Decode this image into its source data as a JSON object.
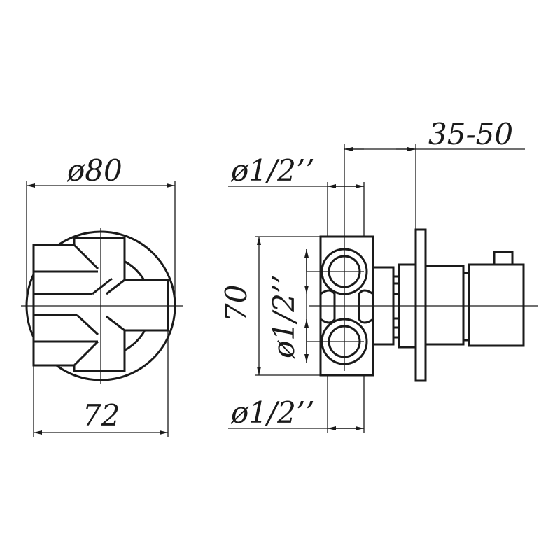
{
  "front_view": {
    "diameter_label": "ø80",
    "width_label": "72"
  },
  "side_view": {
    "top_port_label": "ø1/2’’",
    "bottom_port_label": "ø1/2’’",
    "vertical_port_label": "ø1/2’’",
    "height_label": "70",
    "depth_label": "35-50"
  }
}
